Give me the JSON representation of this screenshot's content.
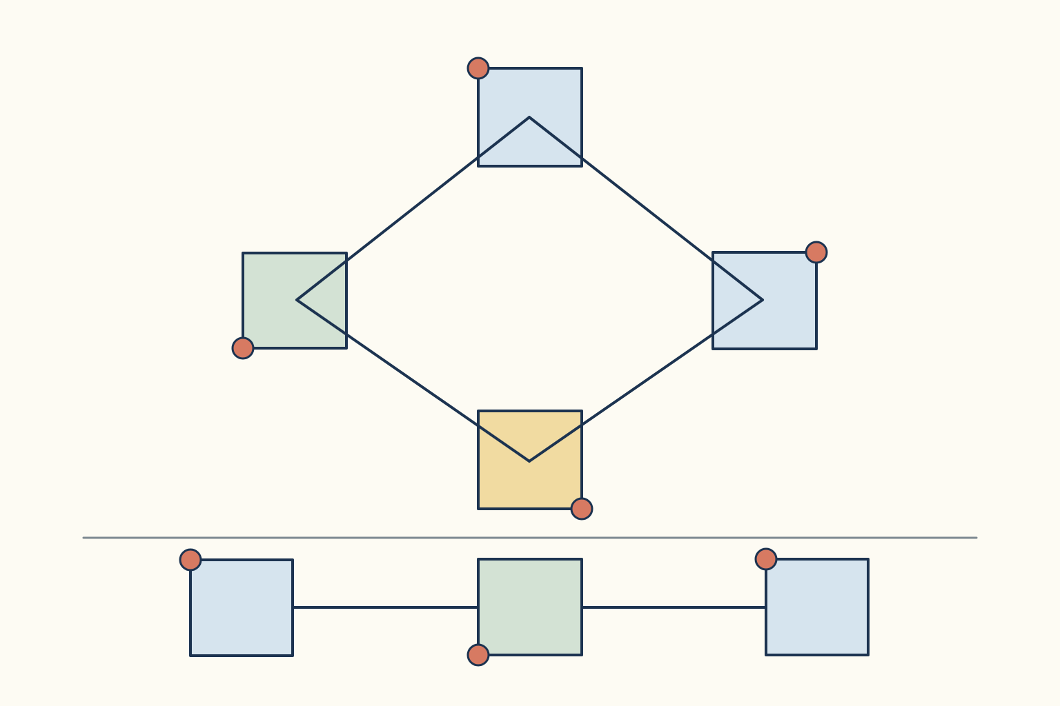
{
  "colors": {
    "background": "#fdfbf3",
    "stroke": "#1c3350",
    "divider": "#7d8990",
    "node_blue": "#d6e4ee",
    "node_green": "#d3e2d4",
    "node_yellow": "#f1dba1",
    "handle": "#d77a62"
  },
  "diagram": {
    "top_section": {
      "nodes": [
        {
          "id": "top",
          "fill": "node_blue",
          "handle_corner": "top-left"
        },
        {
          "id": "left",
          "fill": "node_green",
          "handle_corner": "bottom-left"
        },
        {
          "id": "right",
          "fill": "node_blue",
          "handle_corner": "top-right"
        },
        {
          "id": "bottom",
          "fill": "node_yellow",
          "handle_corner": "bottom-right"
        }
      ],
      "edges": [
        {
          "from": "top",
          "to": "left"
        },
        {
          "from": "top",
          "to": "right"
        },
        {
          "from": "left",
          "to": "bottom"
        },
        {
          "from": "right",
          "to": "bottom"
        }
      ]
    },
    "divider": true,
    "bottom_section": {
      "nodes": [
        {
          "id": "row-left",
          "fill": "node_blue",
          "handle_corner": "top-left"
        },
        {
          "id": "row-middle",
          "fill": "node_green",
          "handle_corner": "bottom-left"
        },
        {
          "id": "row-right",
          "fill": "node_blue",
          "handle_corner": "top-left"
        }
      ],
      "edges": [
        {
          "from": "row-left",
          "to": "row-middle"
        },
        {
          "from": "row-middle",
          "to": "row-right"
        }
      ]
    }
  }
}
